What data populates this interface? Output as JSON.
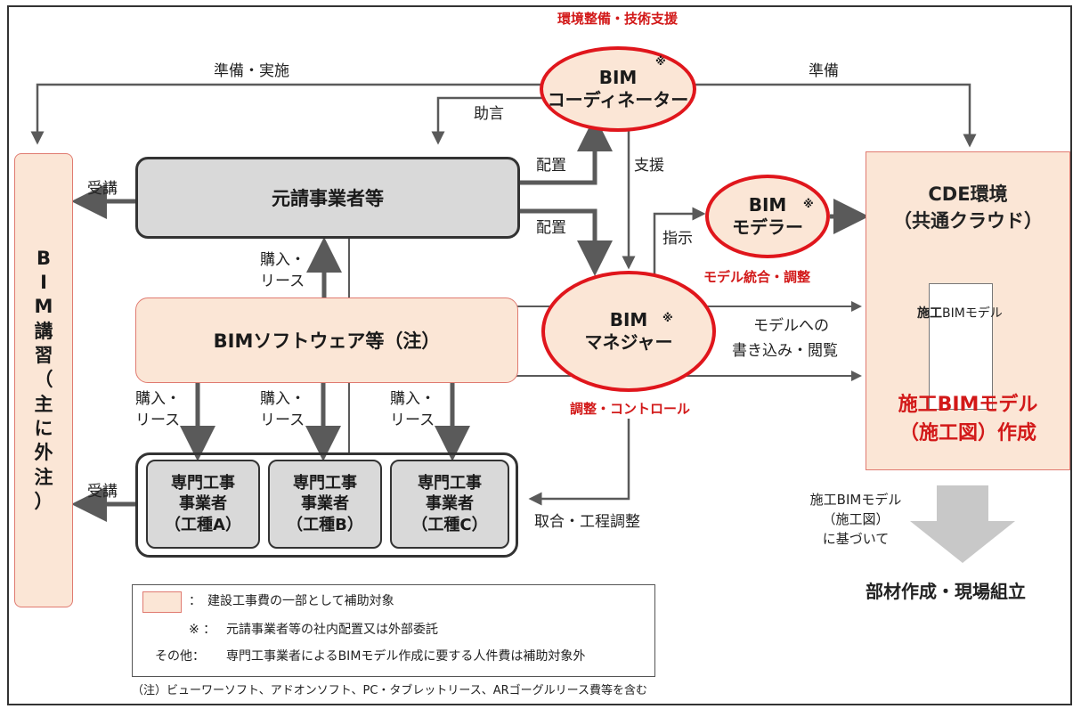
{
  "nodes": {
    "bim_coordinator": {
      "line1": "BIM",
      "mark": "※",
      "line2": "コーディネーター",
      "caption": "環境整備・技術支援"
    },
    "bim_modeler": {
      "line1": "BIM",
      "mark": "※",
      "line2": "モデラー",
      "caption": "モデル統合・調整"
    },
    "bim_manager": {
      "line1": "BIM",
      "mark": "※",
      "line2": "マネジャー",
      "caption": "調整・コントロール"
    },
    "prime_contractor": "元請事業者等",
    "bim_software": "BIMソフトウェア等（注）",
    "bim_training": [
      "B",
      "I",
      "M",
      "講",
      "習",
      "（",
      "主",
      "に",
      "外",
      "注",
      "）"
    ],
    "specialists": [
      {
        "l1": "専門工事",
        "l2": "事業者",
        "l3": "（工種A）"
      },
      {
        "l1": "専門工事",
        "l2": "事業者",
        "l3": "（工種B）"
      },
      {
        "l1": "専門工事",
        "l2": "事業者",
        "l3": "（工種C）"
      }
    ],
    "cde": {
      "title1": "CDE環境",
      "title2": "（共通クラウド）",
      "model_label_bold": "施工",
      "model_label_rest": "BIMモデル",
      "create1": "施工BIMモデル",
      "create2": "（施工図）作成"
    }
  },
  "labels": {
    "prep_exec": "準備・実施",
    "prep": "準備",
    "advice": "助言",
    "assign_1": "配置",
    "assign_2": "配置",
    "support": "支援",
    "instruct": "指示",
    "attend_1": "受講",
    "attend_2": "受講",
    "purchase_lease_top": [
      "購入・",
      "リース"
    ],
    "purchase_lease": [
      "購入・",
      "リース"
    ],
    "model_write": [
      "モデルへの",
      "書き込み・閲覧"
    ],
    "coordination": "取合・工程調整",
    "based_on": [
      "施工BIMモデル",
      "（施工図）",
      "に基づいて"
    ],
    "fabrication": "部材作成・現場組立"
  },
  "legend": {
    "swatch_text": "：　建設工事費の一部として補助対象",
    "mark_key": "※ ：",
    "mark_text": "元請事業者等の社内配置又は外部委託",
    "other_key": "その他：",
    "other_text": "専門工事業者によるBIMモデル作成に要する人件費は補助対象外",
    "note": "（注）ビューワーソフト、アドオンソフト、PC・タブレットリース、ARゴーグルリース費等を含む"
  },
  "colors": {
    "accent_red": "#e0161c",
    "peach_fill": "#fbe6d6",
    "gray_fill": "#d9d9d9",
    "arrow": "#5a5a5a",
    "big_arrow": "#c8c8c8"
  }
}
